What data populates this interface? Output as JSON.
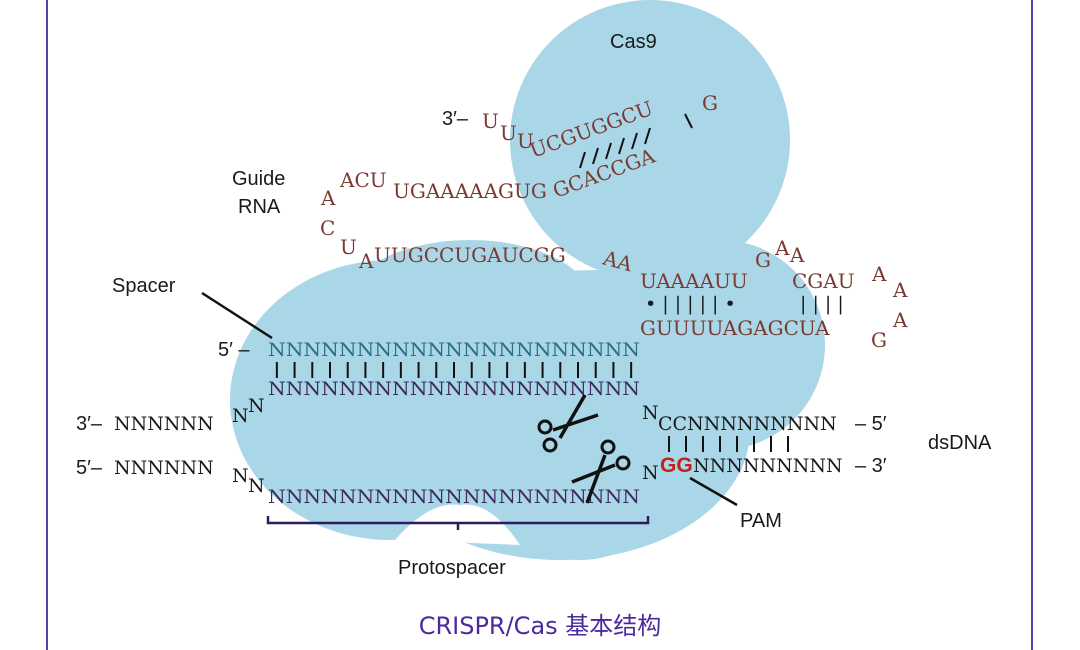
{
  "figure": {
    "caption": "CRISPR/Cas 基本结构",
    "colors": {
      "protein_fill": "#a9d7e8",
      "rna": "#7a3a32",
      "spacer": "#2b6f82",
      "target_strand": "#3f2a5f",
      "pam": "#c0221c",
      "frame": "#5b3ea6",
      "caption": "#4b2a9c"
    }
  },
  "labels": {
    "cas9": "Cas9",
    "guide_rna_line1": "Guide",
    "guide_rna_line2": "RNA",
    "spacer": "Spacer",
    "dsdna": "dsDNA",
    "pam": "PAM",
    "protospacer": "Protospacer"
  },
  "rna": {
    "three_prime": "3′–",
    "tail_u1": "U",
    "tail_u2": "U",
    "tail_u3": "U",
    "hairpin_top": "UCGUGGCU",
    "hairpin_loop": "G",
    "hairpin_bottom": "GCACCGA",
    "upper_linker": "UGAAAAAGUG",
    "loop_acu": "ACU",
    "loop_a": "A",
    "loop_c": "C",
    "loop_u": "U",
    "lower_a": "A",
    "lower_linker": "UUGCCUGAUCGG",
    "aa": "AA",
    "repeat_top": "UAAAAUU",
    "bulge_g": "G",
    "bulge_a1": "A",
    "bulge_a2": "A",
    "repeat_top2": "CGAU",
    "tetraloop_a1": "A",
    "tetraloop_a2": "A",
    "tetraloop_a3": "A",
    "tetraloop_g": "G",
    "antirepeat": "GUUUUAGAGCUA",
    "pair_marks_1": "• | | | | | •",
    "pair_marks_2": "| | | |"
  },
  "dna": {
    "spacer_prefix": "5′ –",
    "spacer_seq": "NNNNNNNNNNNNNNNNNNNNN",
    "target_top": "NNNNNNNNNNNNNNNNNNNNN",
    "target_bottom": "NNNNNNNNNNNNNNNNNNNNN",
    "strand1_prefix": "3′–",
    "strand1_seq": "NNNNNN",
    "strand1_n1": "N",
    "strand1_n2": "N",
    "strand2_prefix": "5′–",
    "strand2_seq": "NNNNNN",
    "strand2_n1": "N",
    "strand2_n2": "N",
    "right_top_n": "N",
    "right_top_seq": "CCNNNNNNNNN",
    "right_top_end": "– 5′",
    "right_bottom_n": "N",
    "pam_seq": "GG",
    "right_bottom_seq": "NNNNNNNNN",
    "right_bottom_end": "– 3′"
  }
}
